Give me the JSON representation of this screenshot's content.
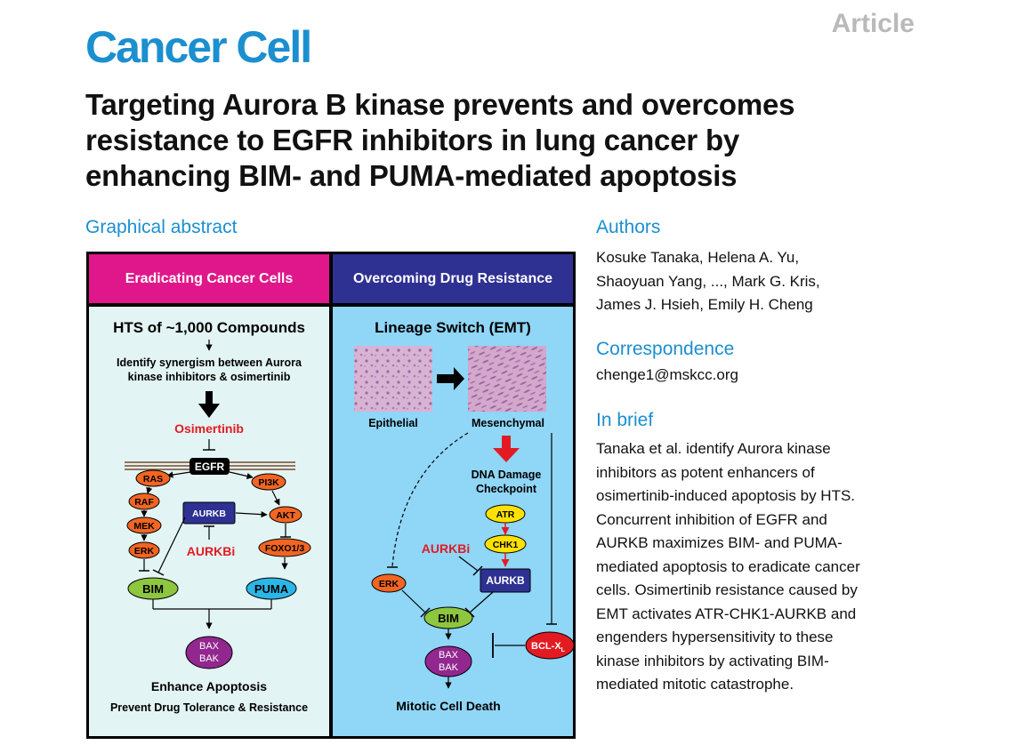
{
  "header": {
    "journal": "Cancer Cell",
    "article_type": "Article",
    "title_lines": [
      "Targeting Aurora B kinase prevents and overcomes",
      "resistance to EGFR inhibitors in lung cancer by",
      "enhancing BIM- and PUMA-mediated apoptosis"
    ]
  },
  "graphical_abstract": {
    "heading": "Graphical abstract",
    "left_panel": {
      "header": "Eradicating Cancer Cells",
      "hts": "HTS of ~1,000 Compounds",
      "synergy_1": "Identify synergism between Aurora",
      "synergy_2": "kinase inhibitors & osimertinib",
      "osimertinib": "Osimertinib",
      "egfr": "EGFR",
      "ras": "RAS",
      "raf": "RAF",
      "mek": "MEK",
      "erk": "ERK",
      "pi3k": "PI3K",
      "akt": "AKT",
      "foxo": "FOXO1/3",
      "aurkb": "AURKB",
      "aurkbi": "AURKBi",
      "bim": "BIM",
      "puma": "PUMA",
      "bax": "BAX",
      "bak": "BAK",
      "outcome_1": "Enhance Apoptosis",
      "outcome_2": "Prevent Drug Tolerance & Resistance"
    },
    "right_panel": {
      "header": "Overcoming Drug Resistance",
      "lineage": "Lineage Switch (EMT)",
      "epithelial": "Epithelial",
      "mesenchymal": "Mesenchymal",
      "dna_1": "DNA Damage",
      "dna_2": "Checkpoint",
      "atr": "ATR",
      "chk1": "CHK1",
      "aurkbi": "AURKBi",
      "aurkb": "AURKB",
      "erk": "ERK",
      "bim": "BIM",
      "bcl": "BCL-X",
      "bcl_sub": "L",
      "bax": "BAX",
      "bak": "BAK",
      "outcome": "Mitotic Cell Death"
    },
    "colors": {
      "left_header": "#e0178a",
      "right_header": "#2e3192",
      "left_bg": "#e3f4f4",
      "right_bg": "#8fd6f7",
      "orange": "#f26522",
      "green": "#8dc63f",
      "cyan": "#2bb6e8",
      "purple": "#92278f",
      "navy": "#2e3192",
      "yellow": "#ffe100",
      "red": "#e21b22"
    }
  },
  "authors": {
    "heading": "Authors",
    "lines": [
      "Kosuke Tanaka, Helena A. Yu,",
      "Shaoyuan Yang, ..., Mark G. Kris,",
      "James J. Hsieh, Emily H. Cheng"
    ]
  },
  "correspondence": {
    "heading": "Correspondence",
    "email": "chenge1@mskcc.org"
  },
  "in_brief": {
    "heading": "In brief",
    "lines": [
      "Tanaka et al. identify Aurora kinase",
      "inhibitors as potent enhancers of",
      "osimertinib-induced apoptosis by HTS.",
      "Concurrent inhibition of EGFR and",
      "AURKB maximizes BIM- and PUMA-",
      "mediated apoptosis to eradicate cancer",
      "cells. Osimertinib resistance caused by",
      "EMT activates ATR-CHK1-AURKB and",
      "engenders hypersensitivity to these",
      "kinase inhibitors by activating BIM-",
      "mediated mitotic catastrophe."
    ]
  }
}
